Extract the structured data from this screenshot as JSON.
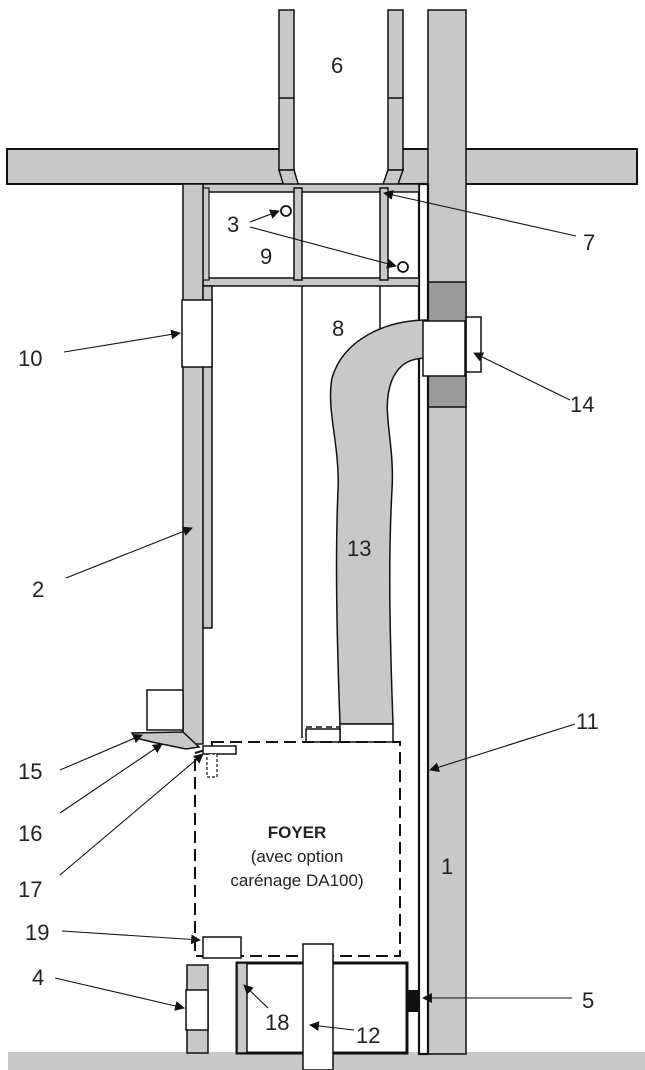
{
  "colors": {
    "fill": "#c8c8c8",
    "stroke": "#111111",
    "dark_band": "#9a9a9a",
    "white": "#ffffff"
  },
  "labels": {
    "n1": "1",
    "n2": "2",
    "n3": "3",
    "n4": "4",
    "n5": "5",
    "n6": "6",
    "n7": "7",
    "n8": "8",
    "n9": "9",
    "n10": "10",
    "n11": "11",
    "n12": "12",
    "n13": "13",
    "n14": "14",
    "n15": "15",
    "n16": "16",
    "n17": "17",
    "n18": "18",
    "n19": "19"
  },
  "foyer": {
    "title": "FOYER",
    "line1": "(avec option",
    "line2": "carénage DA100)"
  }
}
